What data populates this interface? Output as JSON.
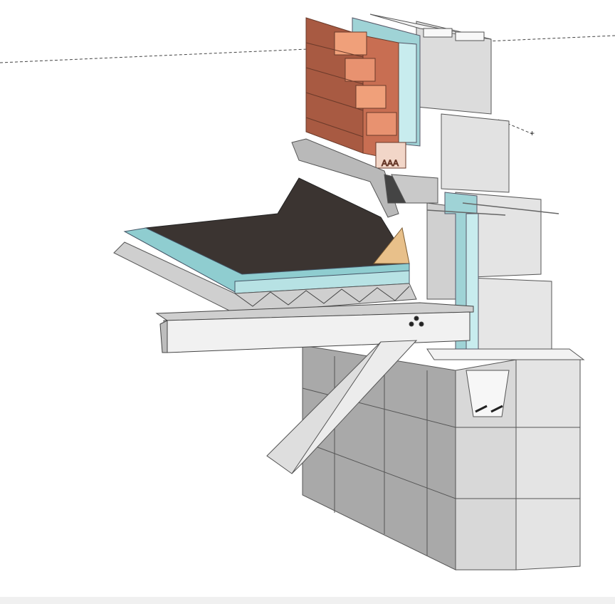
{
  "drawing": {
    "stamp_text": "AAA",
    "components": [
      {
        "name": "brick-veneer",
        "color": "#b8644a"
      },
      {
        "name": "rigid-insulation",
        "color": "#9fd3d6"
      },
      {
        "name": "cmu-block-wall",
        "color": "#d6d6d6"
      },
      {
        "name": "roof-membrane",
        "color": "#3b3431"
      },
      {
        "name": "roof-insulation-board",
        "color": "#8fcdd0"
      },
      {
        "name": "wood-cant-strip",
        "color": "#e8c08a"
      },
      {
        "name": "metal-deck",
        "color": "#cfcfcf"
      },
      {
        "name": "steel-beam",
        "color": "#e6e6e6"
      },
      {
        "name": "steel-angle-brace",
        "color": "#e0e0e0"
      },
      {
        "name": "metal-flashing",
        "color": "#b9b9b9"
      }
    ],
    "line_color": "#333333",
    "background": "#ffffff"
  }
}
